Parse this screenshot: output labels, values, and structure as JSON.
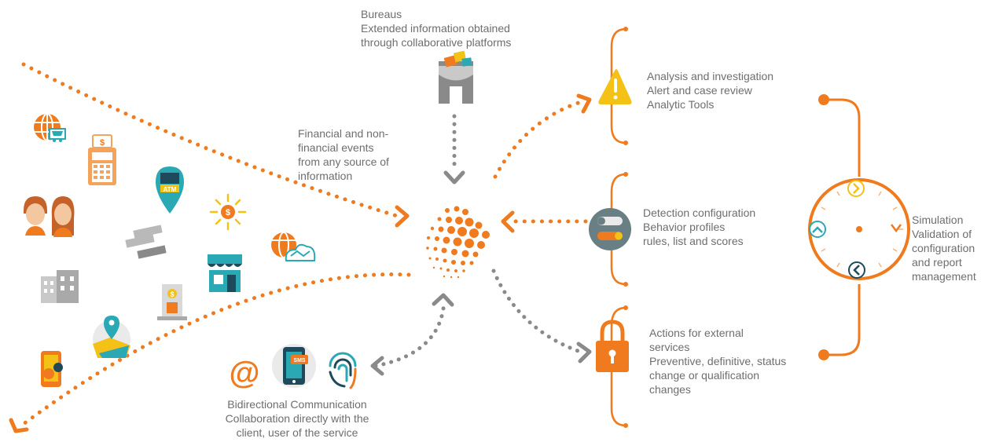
{
  "colors": {
    "orange": "#f07a1e",
    "gray": "#8a8a8a",
    "text": "#6d6e71",
    "yellow": "#f4c116",
    "teal": "#2aa9b5",
    "navy": "#1e4a5c"
  },
  "bureaus": {
    "title": "Bureaus",
    "line1": "Extended information obtained",
    "line2": "through collaborative platforms"
  },
  "events": {
    "line1": "Financial and non-",
    "line2": "financial events",
    "line3": "from any source of",
    "line4": "information"
  },
  "analysis": {
    "line1": "Analysis and investigation",
    "line2": "Alert and case review",
    "line3": "Analytic Tools"
  },
  "detection": {
    "line1": "Detection configuration",
    "line2": "Behavior profiles",
    "line3": "rules, list and scores"
  },
  "actions": {
    "line1": "Actions for external",
    "line2": "services",
    "line3": "Preventive, definitive, status",
    "line4": "change or qualification",
    "line5": "changes"
  },
  "simulation": {
    "line1": "Simulation",
    "line2": "Validation of",
    "line3": "configuration",
    "line4": "and report",
    "line5": "management"
  },
  "communication": {
    "line1": "Bidirectional Communication",
    "line2": "Collaboration directly with the",
    "line3": "client, user of the service"
  },
  "icons": {
    "sms_text": "SMS",
    "atm_text": "ATM",
    "at_text": "@",
    "alert_text": "!"
  }
}
